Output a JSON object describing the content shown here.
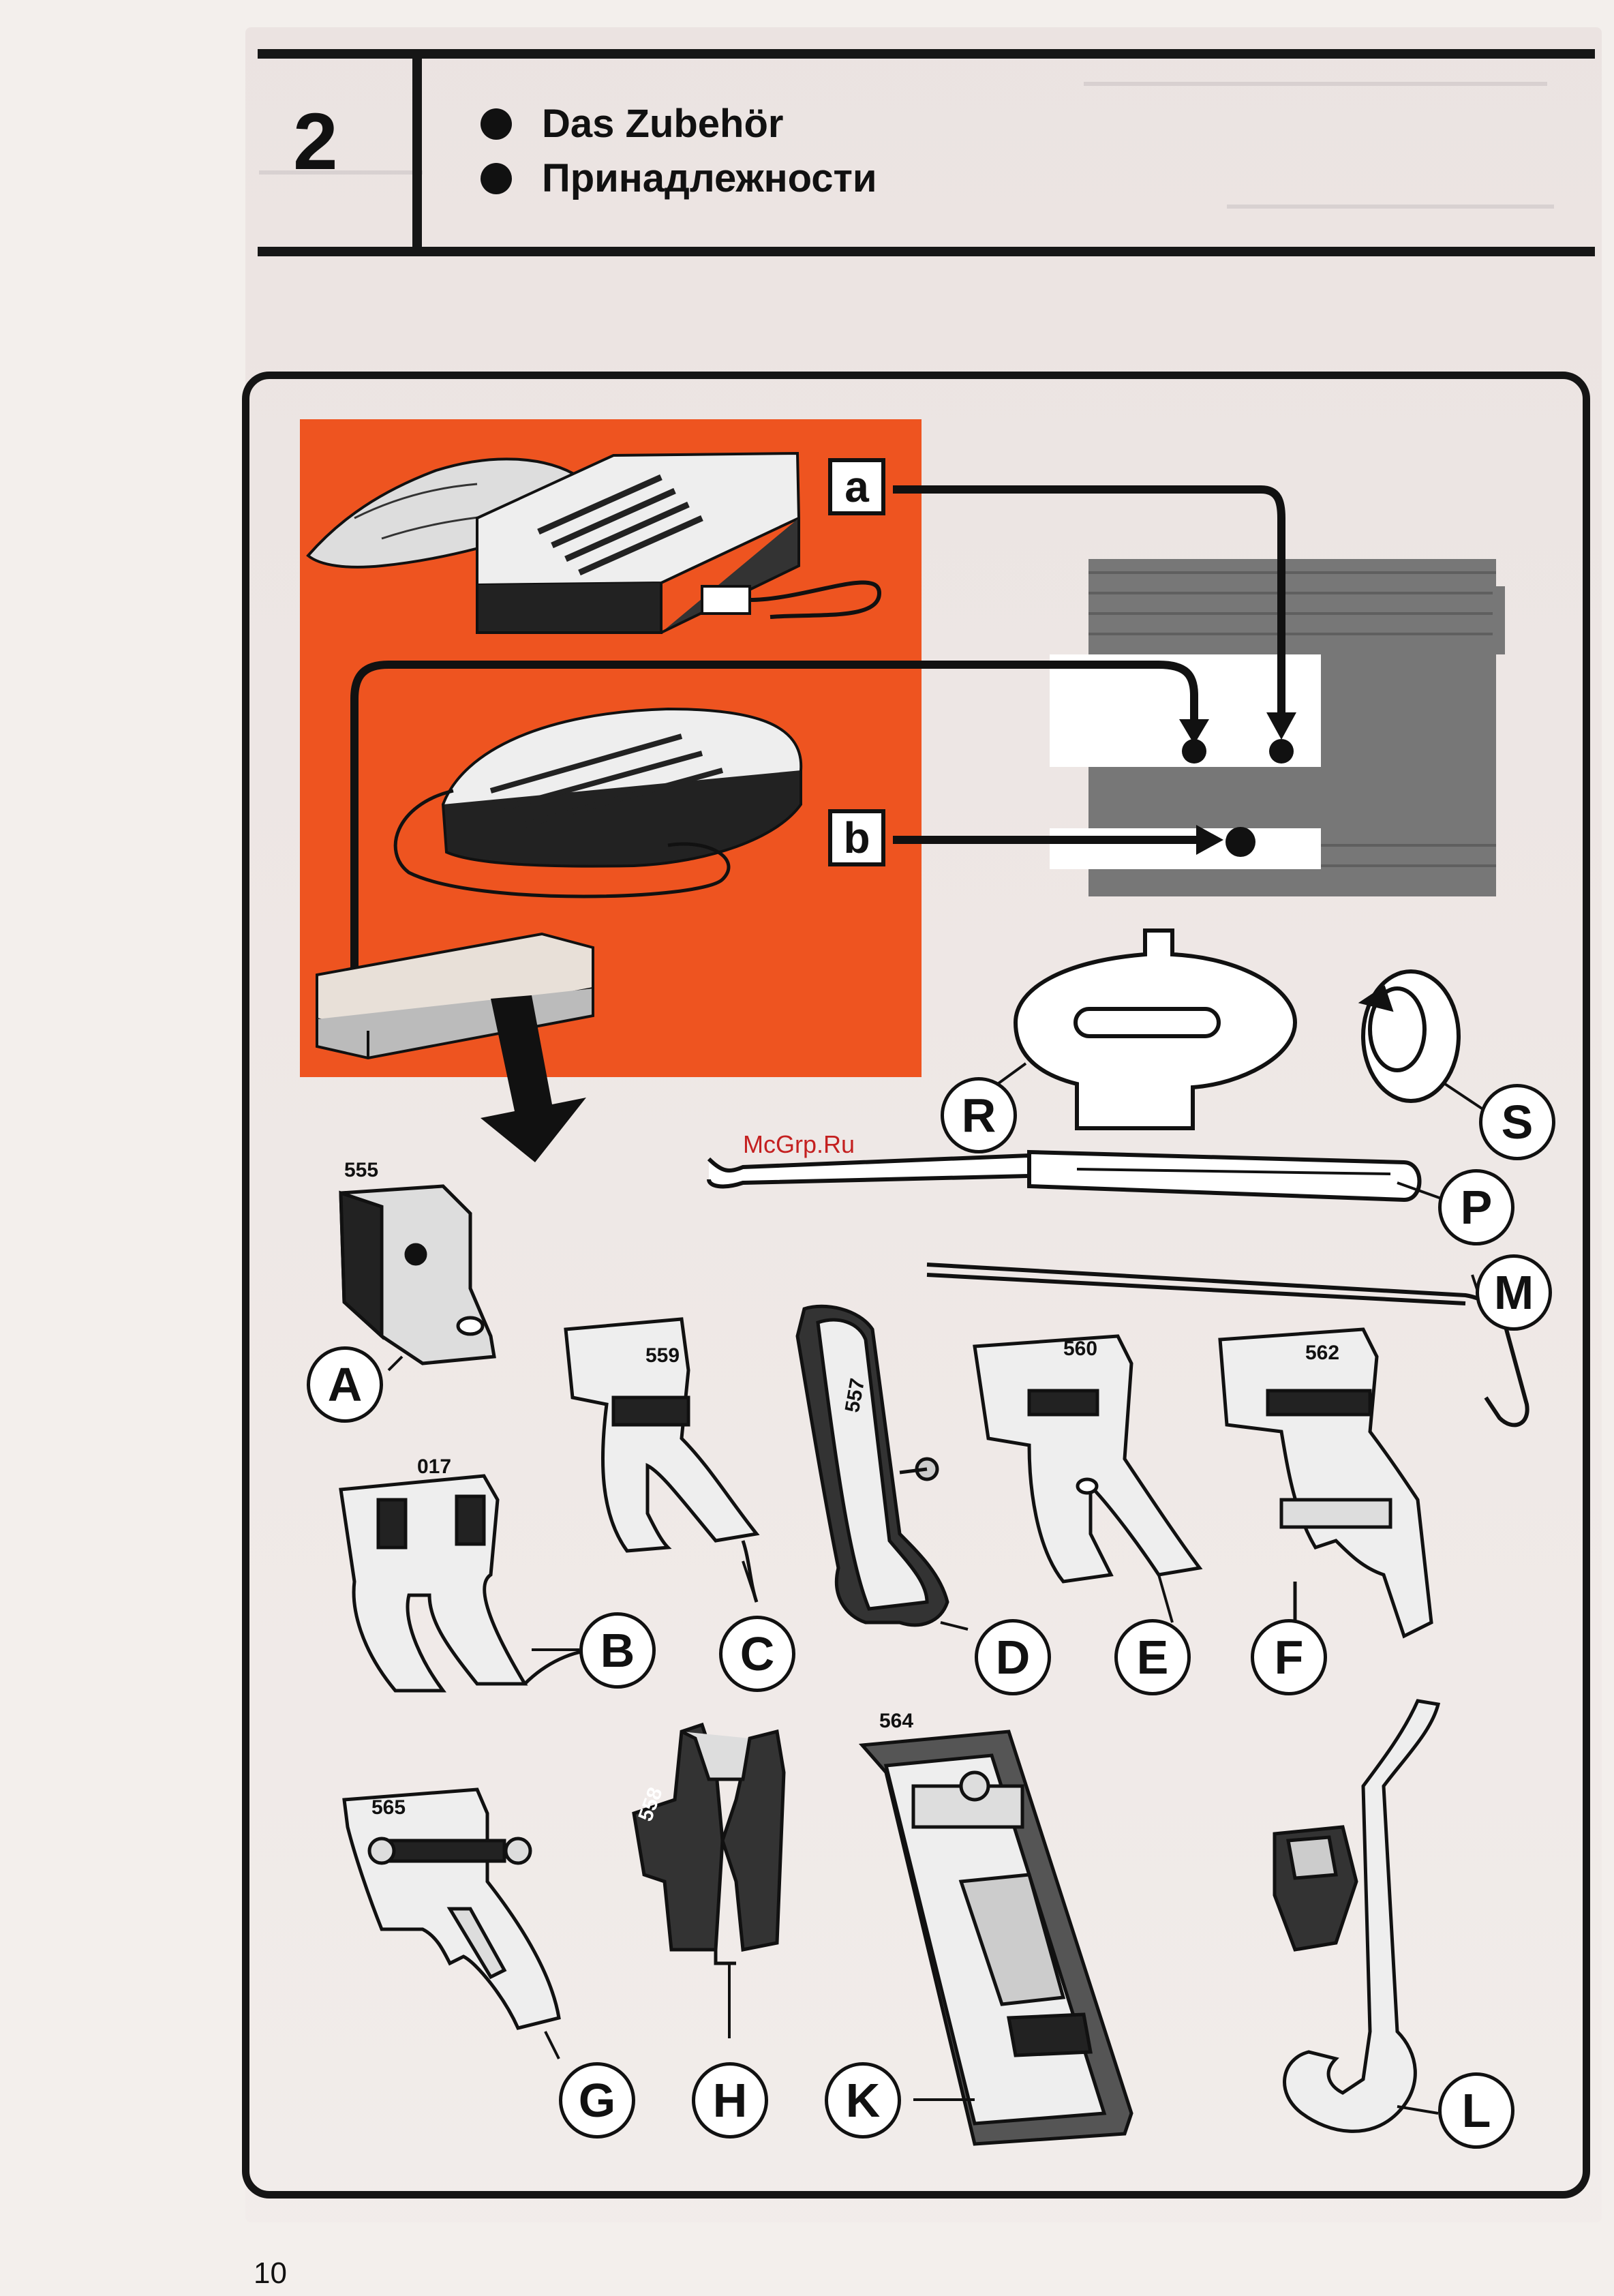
{
  "header": {
    "chapter_number": "2",
    "titles": [
      "Das Zubehör",
      "Принадлежности"
    ]
  },
  "figure": {
    "connector_labels": [
      "a",
      "b"
    ],
    "accessory_labels": [
      "A",
      "B",
      "C",
      "D",
      "E",
      "F",
      "G",
      "H",
      "K",
      "L",
      "M",
      "P",
      "R",
      "S"
    ],
    "part_numbers": {
      "A": "555",
      "B": "017",
      "C": "559",
      "D": "557",
      "E": "560",
      "F": "562",
      "G": "565",
      "H": "558",
      "K": "564"
    },
    "orange_panel_color": "#ee5420"
  },
  "watermark": "McGrp.Ru",
  "page_number": "10"
}
